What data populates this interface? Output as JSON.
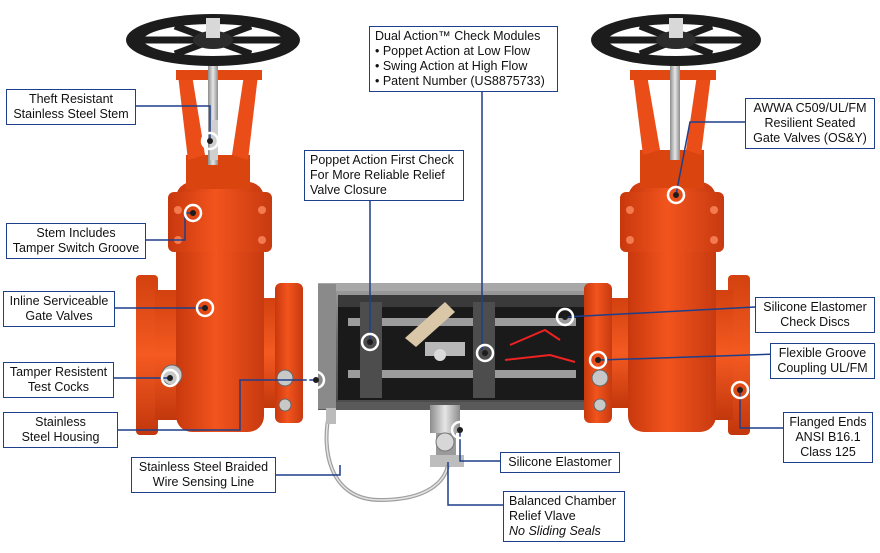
{
  "colors": {
    "valve_body": "#ee4e1a",
    "valve_shadow": "#c33a10",
    "housing": "#7d7d7d",
    "handwheel": "#1c1c1c",
    "leader_line": "#1d3f8c",
    "marker": "#ffffff"
  },
  "callouts": {
    "dual_action": {
      "lines": [
        "Dual Action™ Check Modules",
        "• Poppet Action at Low Flow",
        "• Swing Action at High Flow",
        "• Patent Number (US8875733)"
      ]
    },
    "poppet_first": {
      "lines": [
        "Poppet Action First Check",
        "For More Reliable Relief",
        "Valve Closure"
      ]
    },
    "theft_stem": {
      "lines": [
        "Theft Resistant",
        "Stainless Steel Stem"
      ]
    },
    "stem_groove": {
      "lines": [
        "Stem Includes",
        "Tamper Switch Groove"
      ]
    },
    "inline_gate": {
      "lines": [
        "Inline Serviceable",
        "Gate Valves"
      ]
    },
    "test_cocks": {
      "lines": [
        "Tamper Resistent",
        "Test Cocks"
      ]
    },
    "housing": {
      "lines": [
        "Stainless",
        "Steel Housing"
      ]
    },
    "sensing_line": {
      "lines": [
        "Stainless Steel Braided",
        "Wire Sensing Line"
      ]
    },
    "awwa": {
      "lines": [
        "AWWA C509/UL/FM",
        "Resilient Seated",
        "Gate Valves (OS&Y)"
      ]
    },
    "check_discs": {
      "lines": [
        "Silicone Elastomer",
        "Check Discs"
      ]
    },
    "groove_coupling": {
      "lines": [
        "Flexible Groove",
        "Coupling UL/FM"
      ]
    },
    "flanged_ends": {
      "lines": [
        "Flanged Ends",
        "ANSI B16.1",
        "Class 125"
      ]
    },
    "silicone": {
      "lines": [
        "Silicone Elastomer"
      ]
    },
    "relief_valve": {
      "lines": [
        "Balanced Chamber",
        "Relief Vlave"
      ],
      "italic_line": "No Sliding Seals"
    }
  }
}
